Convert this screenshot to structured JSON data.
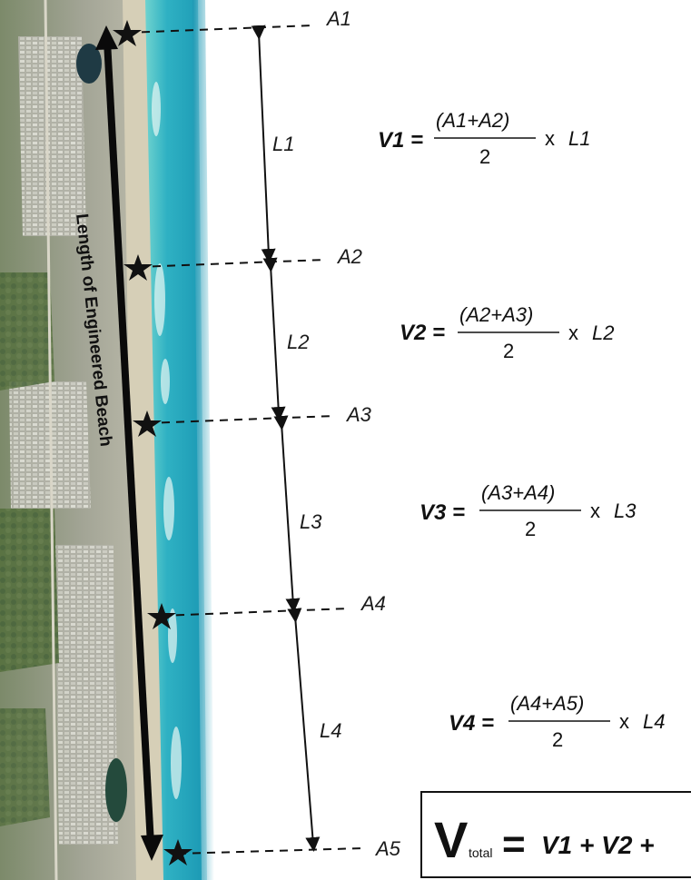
{
  "beach_label": "Length of Engineered Beach",
  "stations": [
    "A1",
    "A2",
    "A3",
    "A4",
    "A5"
  ],
  "segments": [
    "L1",
    "L2",
    "L3",
    "L4"
  ],
  "equations": [
    {
      "lhs": "V1 =",
      "numerator": "(A1+A2)",
      "denominator": "2",
      "times": "x",
      "length": "L1"
    },
    {
      "lhs": "V2 =",
      "numerator": "(A2+A3)",
      "denominator": "2",
      "times": "x",
      "length": "L2"
    },
    {
      "lhs": "V3 =",
      "numerator": "(A3+A4)",
      "denominator": "2",
      "times": "x",
      "length": "L3"
    },
    {
      "lhs": "V4 =",
      "numerator": "(A4+A5)",
      "denominator": "2",
      "times": "x",
      "length": "L4"
    }
  ],
  "total": {
    "v": "V",
    "subscript": "total",
    "equals": "=",
    "rhs": "V1 + V2 +"
  },
  "colors": {
    "ocean_deep": "#1e9fb8",
    "ocean_light": "#4fc7cf",
    "sand": "#d8d2bd",
    "land": "#8a9a78",
    "vegetation": "#4f6b3e",
    "urban": "#b8b8b0",
    "ink": "#111111"
  }
}
